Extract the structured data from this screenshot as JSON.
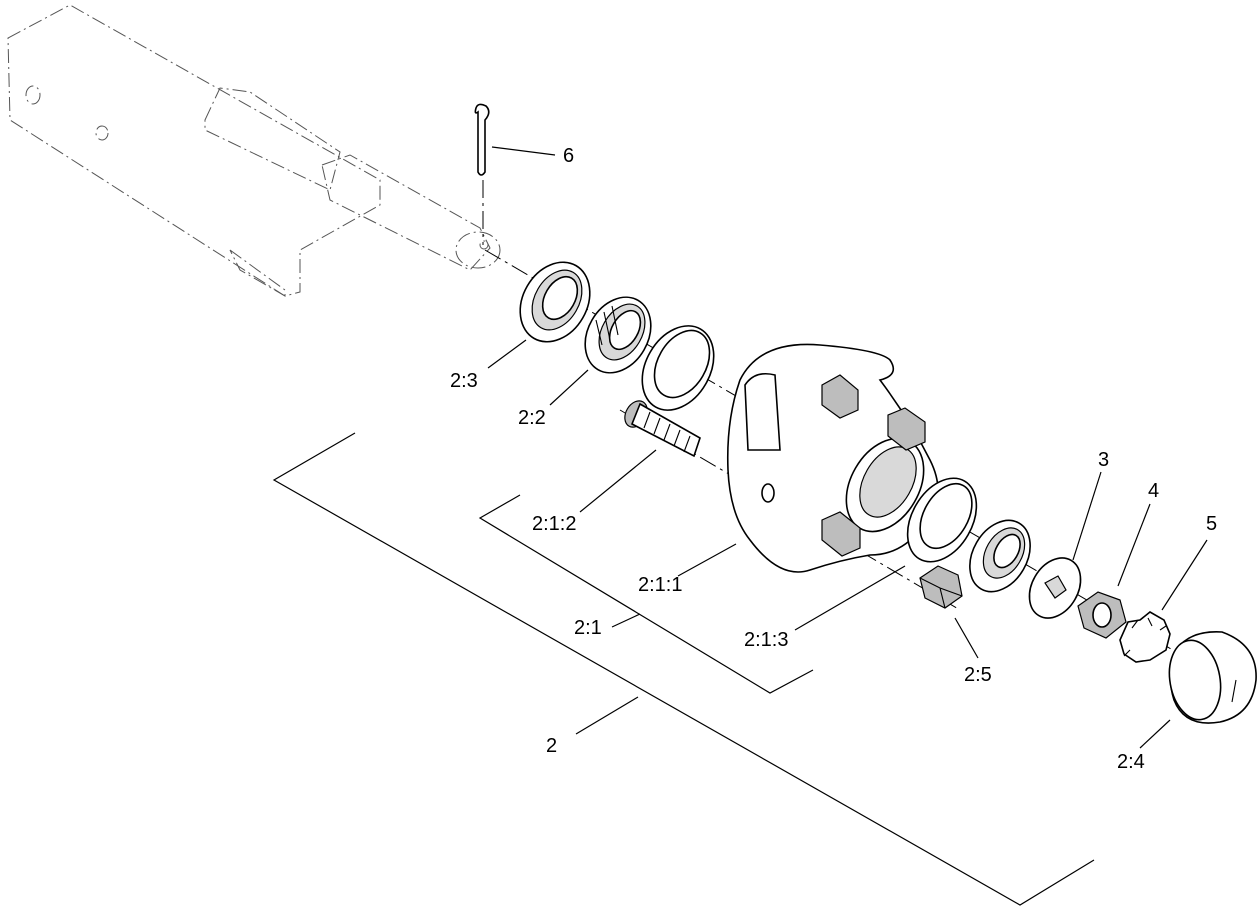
{
  "callouts": {
    "c_6": "6",
    "c_2_3": "2:3",
    "c_2_2": "2:2",
    "c_2_1_2": "2:1:2",
    "c_2_1_1": "2:1:1",
    "c_2_1": "2:1",
    "c_2_1_3": "2:1:3",
    "c_2_5": "2:5",
    "c_2": "2",
    "c_3": "3",
    "c_4": "4",
    "c_5": "5",
    "c_2_4": "2:4"
  }
}
